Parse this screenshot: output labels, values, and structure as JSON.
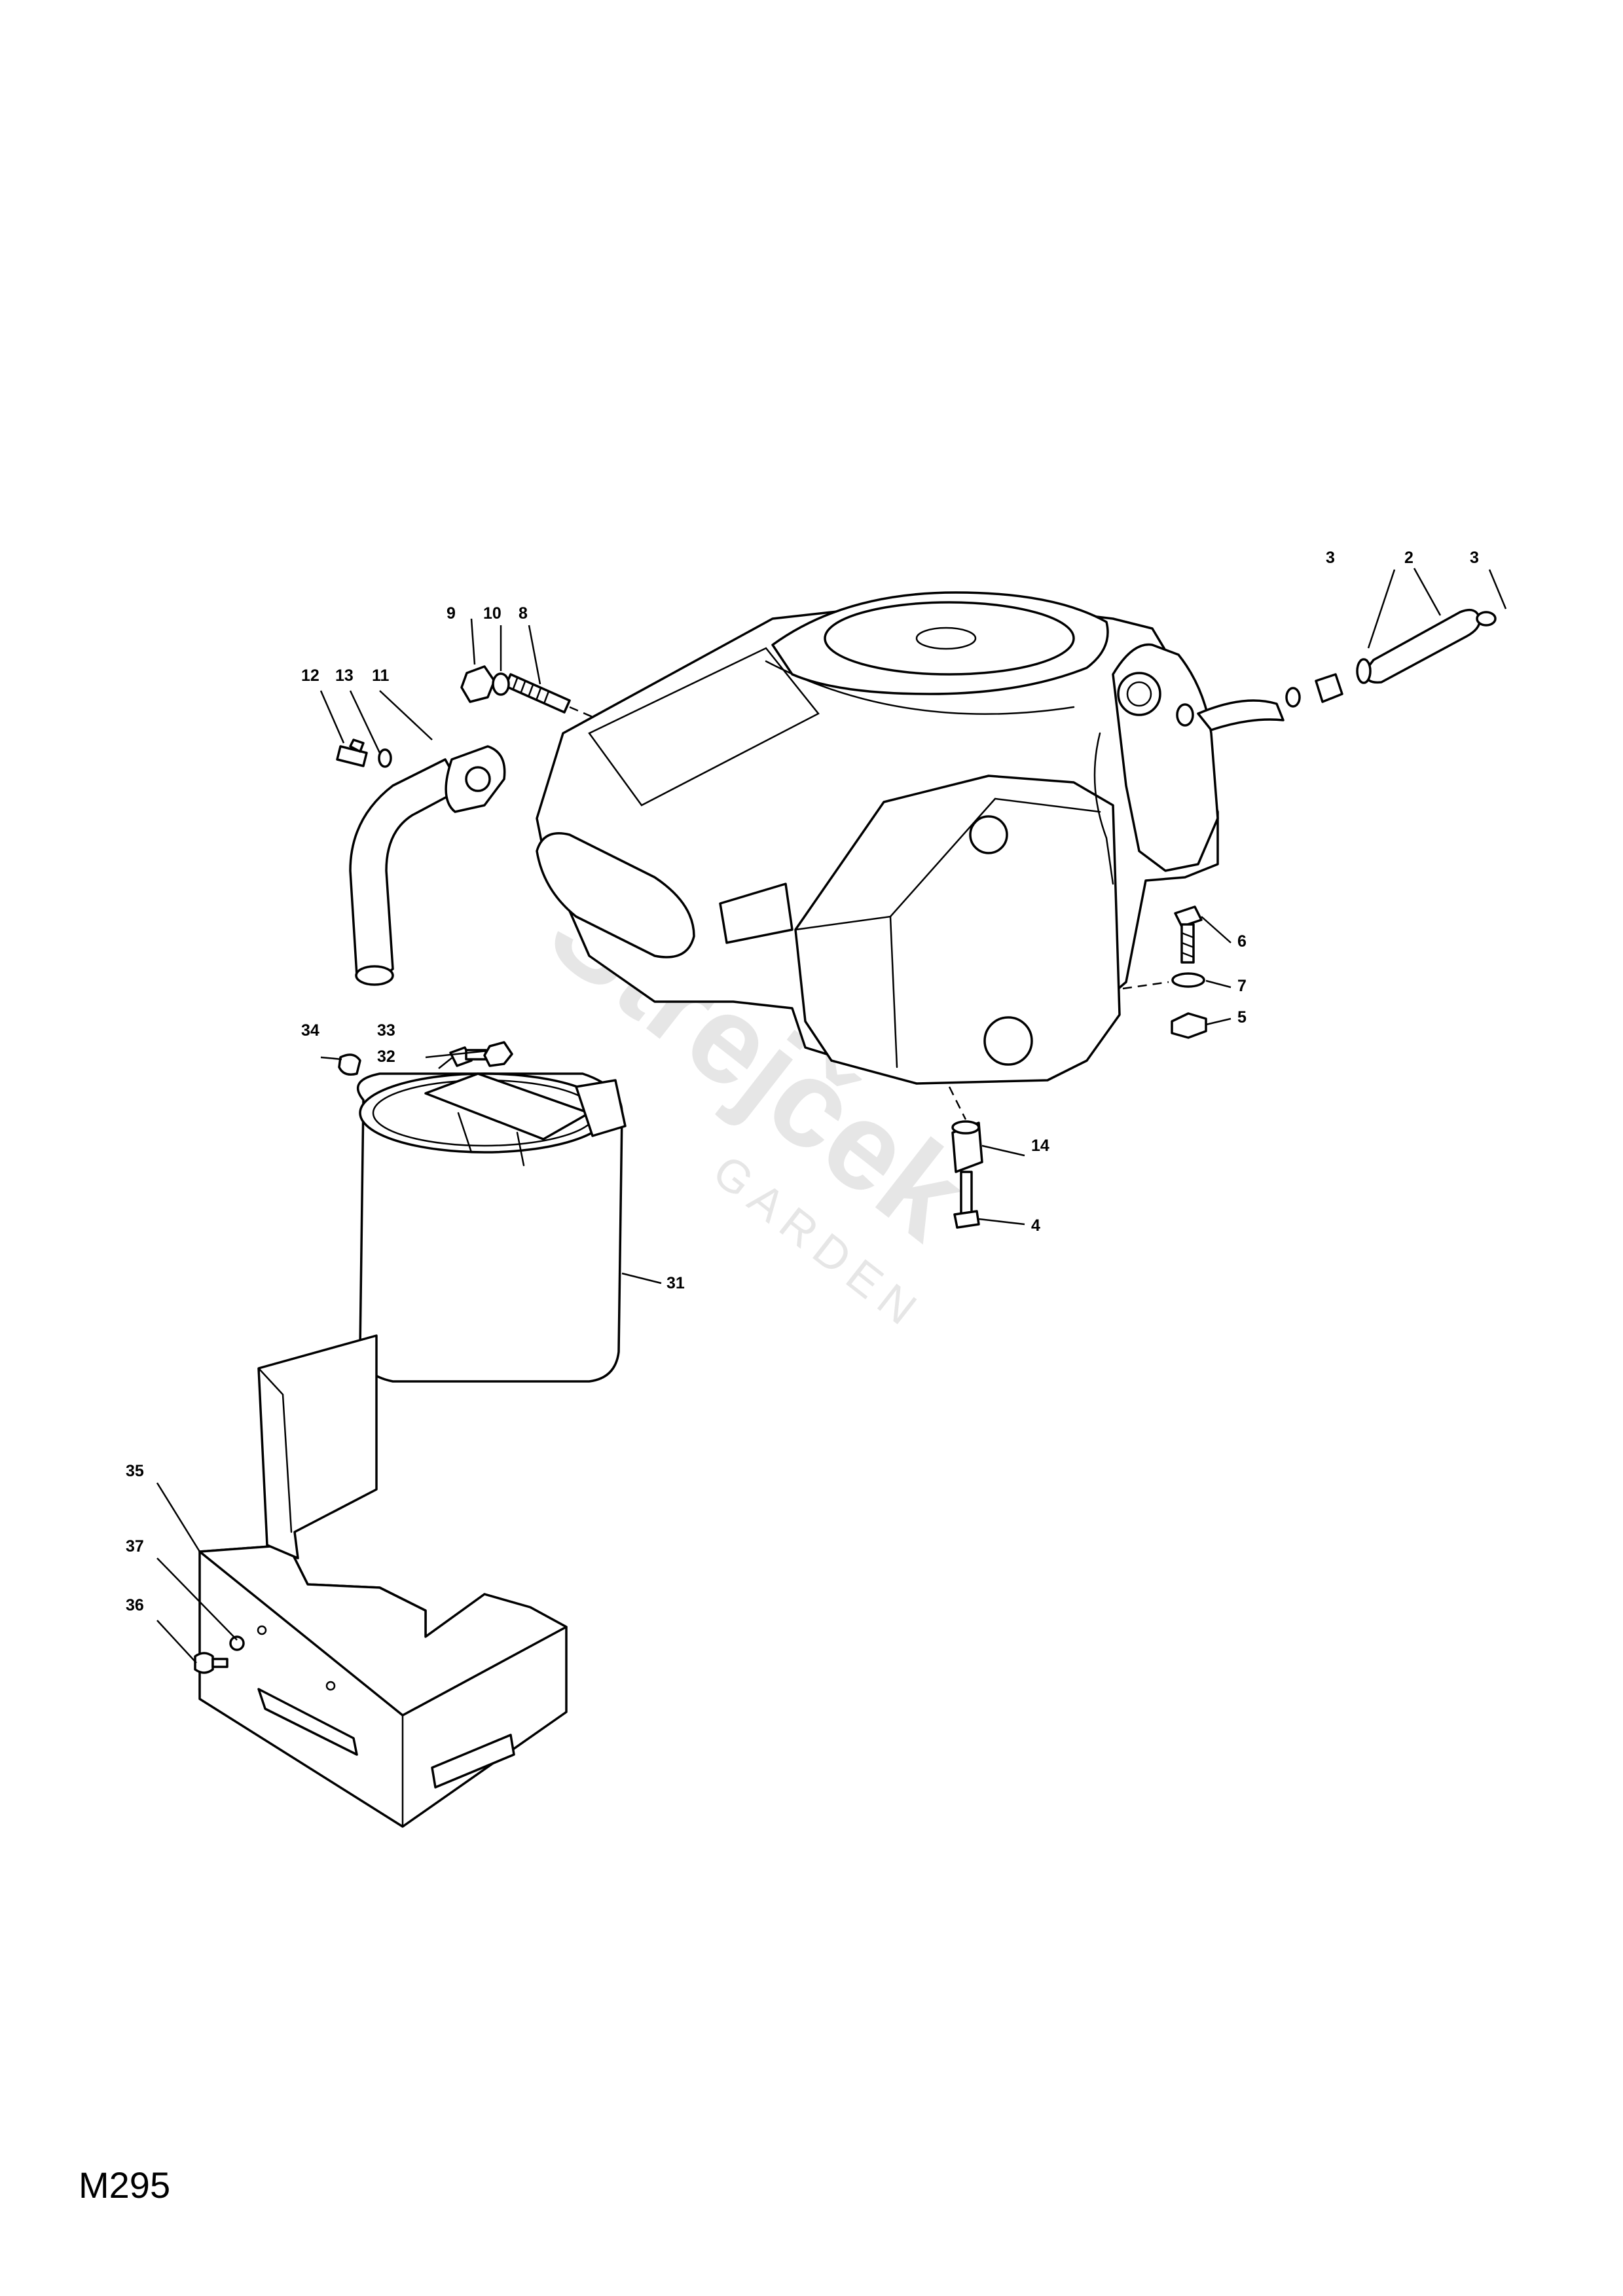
{
  "drawing_code": "M295",
  "watermark": {
    "brand": "Strejček",
    "sub": "GARDEN"
  },
  "callouts": [
    {
      "id": "c2",
      "label": "2",
      "part": "fuel-hose"
    },
    {
      "id": "c3a",
      "label": "3",
      "part": "hose-clamp"
    },
    {
      "id": "c3b",
      "label": "3",
      "part": "hose-clamp"
    },
    {
      "id": "c4",
      "label": "4",
      "part": "bolt"
    },
    {
      "id": "c5",
      "label": "5",
      "part": "nut"
    },
    {
      "id": "c6",
      "label": "6",
      "part": "bolt"
    },
    {
      "id": "c7",
      "label": "7",
      "part": "washer"
    },
    {
      "id": "c8",
      "label": "8",
      "part": "stud"
    },
    {
      "id": "c9",
      "label": "9",
      "part": "nut"
    },
    {
      "id": "c10",
      "label": "10",
      "part": "washer"
    },
    {
      "id": "c11",
      "label": "11",
      "part": "exhaust-pipe"
    },
    {
      "id": "c12",
      "label": "12",
      "part": "bolt"
    },
    {
      "id": "c13",
      "label": "13",
      "part": "washer"
    },
    {
      "id": "c14",
      "label": "14",
      "part": "spacer"
    },
    {
      "id": "c31",
      "label": "31",
      "part": "muffler"
    },
    {
      "id": "c32",
      "label": "32",
      "part": "bolt"
    },
    {
      "id": "c33",
      "label": "33",
      "part": "nut"
    },
    {
      "id": "c34",
      "label": "34",
      "part": "clip"
    },
    {
      "id": "c35",
      "label": "35",
      "part": "muffler-guard"
    },
    {
      "id": "c36",
      "label": "36",
      "part": "screw"
    },
    {
      "id": "c37",
      "label": "37",
      "part": "washer"
    }
  ]
}
